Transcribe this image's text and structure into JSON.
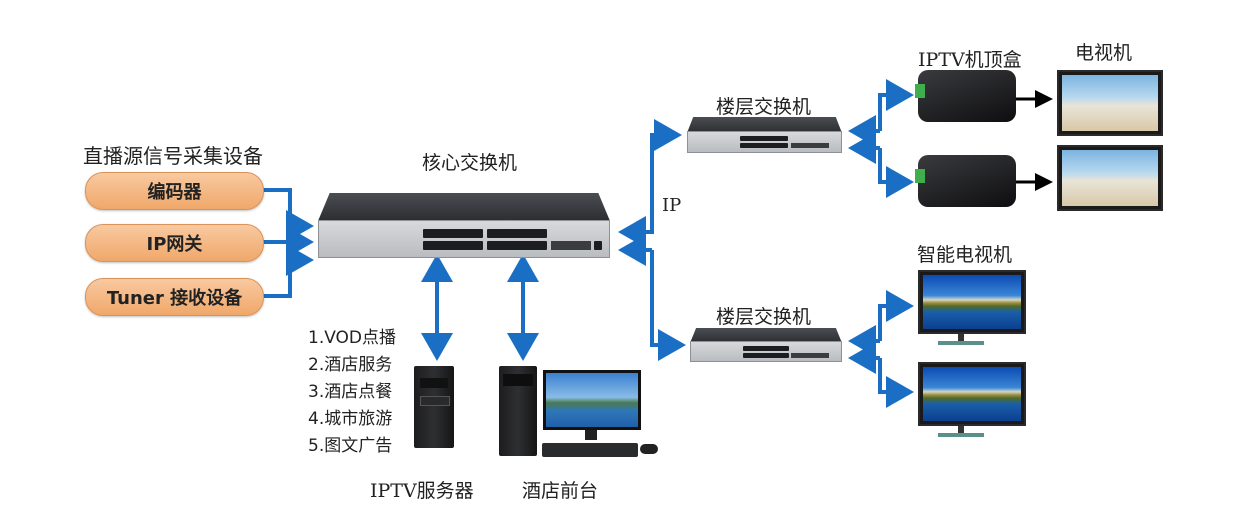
{
  "source_group": {
    "title": "直播源信号采集设备",
    "items": [
      "编码器",
      "IP网关",
      "Tuner 接收设备"
    ]
  },
  "core_switch": {
    "label": "核心交换机"
  },
  "link_label": "IP",
  "floor_switches": [
    {
      "label": "楼层交换机"
    },
    {
      "label": "楼层交换机"
    }
  ],
  "stb": {
    "label": "IPTV机顶盒"
  },
  "tv": {
    "label": "电视机"
  },
  "smart_tv": {
    "label": "智能电视机"
  },
  "services": [
    "1.VOD点播",
    "2.酒店服务",
    "3.酒店点餐",
    "4.城市旅游",
    "5.图文广告"
  ],
  "server": {
    "label": "IPTV服务器"
  },
  "front_desk": {
    "label": "酒店前台"
  },
  "colors": {
    "wire": "#1a6fc4",
    "pill": "#f3b47e",
    "hdmi_arrow": "#000000"
  }
}
